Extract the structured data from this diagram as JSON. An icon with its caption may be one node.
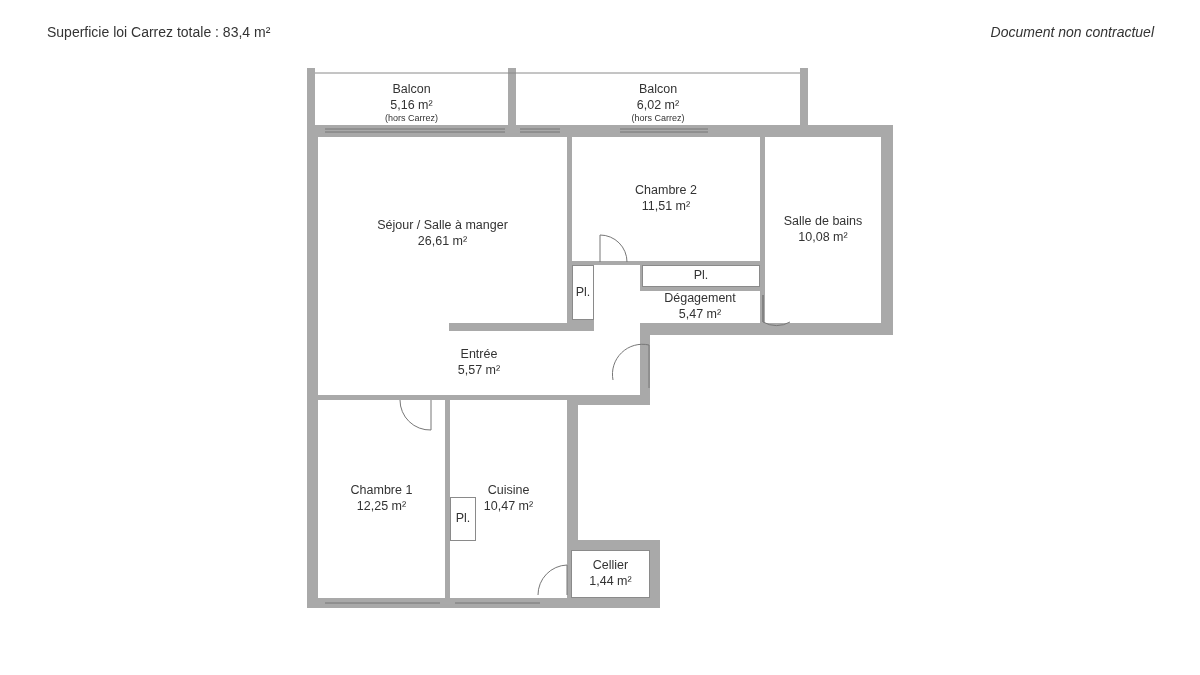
{
  "diagram": {
    "nodes": [
      {
        "text": [
          "Balcon",
          "5,16 m²",
          "(hors Carrez)"
        ]
      },
      {
        "text": [
          "Balcon",
          "6,02 m²",
          "(hors Carrez)"
        ]
      },
      {
        "text": [
          "Séjour / Salle à manger",
          "26,61 m²"
        ]
      },
      {
        "text": [
          "Chambre 2",
          "11,51 m²"
        ]
      },
      {
        "text": [
          "Salle de bains",
          "10,08 m²"
        ]
      },
      {
        "text": [
          "Pl."
        ]
      },
      {
        "text": [
          "Pl."
        ]
      },
      {
        "text": [
          "Dégagement",
          "5,47 m²"
        ]
      },
      {
        "text": [
          "Entrée",
          "5,57 m²"
        ]
      },
      {
        "text": [
          "Chambre 1",
          "12,25 m²"
        ]
      },
      {
        "text": [
          "Cuisine",
          "10,47 m²"
        ]
      },
      {
        "text": [
          "Pl."
        ],
        "in": 10
      },
      {
        "text": [
          "Cellier",
          "1,44 m²"
        ]
      }
    ],
    "labels": [
      "Superficie loi Carrez totale :  83,4 m²",
      "Document non contractuel"
    ]
  }
}
